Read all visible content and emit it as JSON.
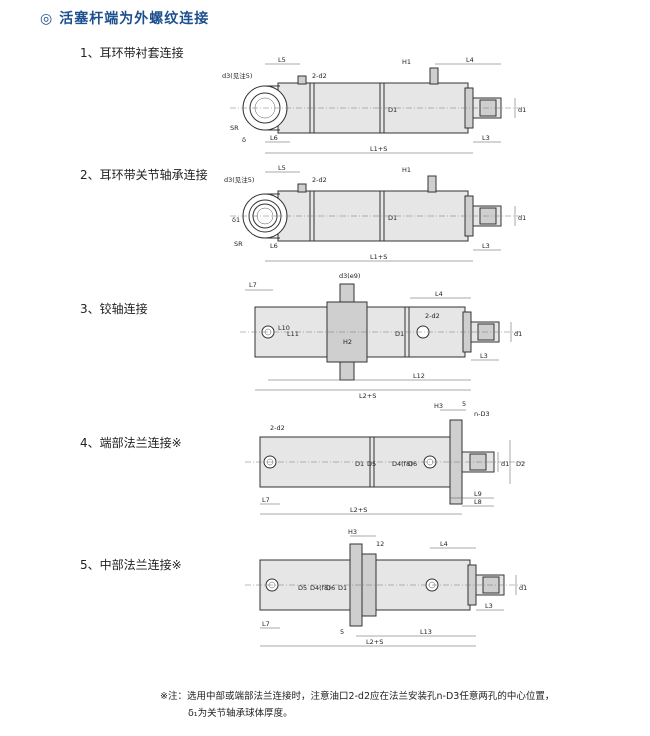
{
  "header": {
    "symbol": "◎",
    "title": "活塞杆端为外螺纹连接"
  },
  "sections": [
    {
      "label": "1、耳环带衬套连接",
      "dims": [
        "d3(见注5)",
        "L5",
        "2-d2",
        "H1",
        "L4",
        "D1",
        "d1",
        "SR",
        "δ",
        "L6",
        "L3",
        "L1+S"
      ]
    },
    {
      "label": "2、耳环带关节轴承连接",
      "dims": [
        "d3(见注5)",
        "L5",
        "2-d2",
        "H1",
        "δ1",
        "D1",
        "d1",
        "SR",
        "L6",
        "L3",
        "L1+S"
      ]
    },
    {
      "label": "3、铰轴连接",
      "dims": [
        "L7",
        "d3(e9)",
        "L4",
        "2-d2",
        "L10",
        "L11",
        "H2",
        "D1",
        "d1",
        "L3",
        "L12",
        "L2+S"
      ]
    },
    {
      "label": "4、端部法兰连接※",
      "dims": [
        "H3",
        "5",
        "n-D3",
        "2-d2",
        "D1",
        "D5",
        "D4(f8)",
        "D6",
        "d1",
        "D2",
        "L7",
        "L9",
        "L8",
        "L2+S"
      ]
    },
    {
      "label": "5、中部法兰连接※",
      "dims": [
        "H3",
        "12",
        "L4",
        "D5",
        "D4(f8)",
        "D6",
        "D1",
        "d1",
        "L7",
        "5",
        "L3",
        "L13",
        "L2+S"
      ]
    }
  ],
  "notes": {
    "line1": "※注：选用中部或端部法兰连接时，注意油口2-d2应在法兰安装孔n-D3任意两孔的中心位置，",
    "line2": "δ₁为关节轴承球体厚度。"
  }
}
